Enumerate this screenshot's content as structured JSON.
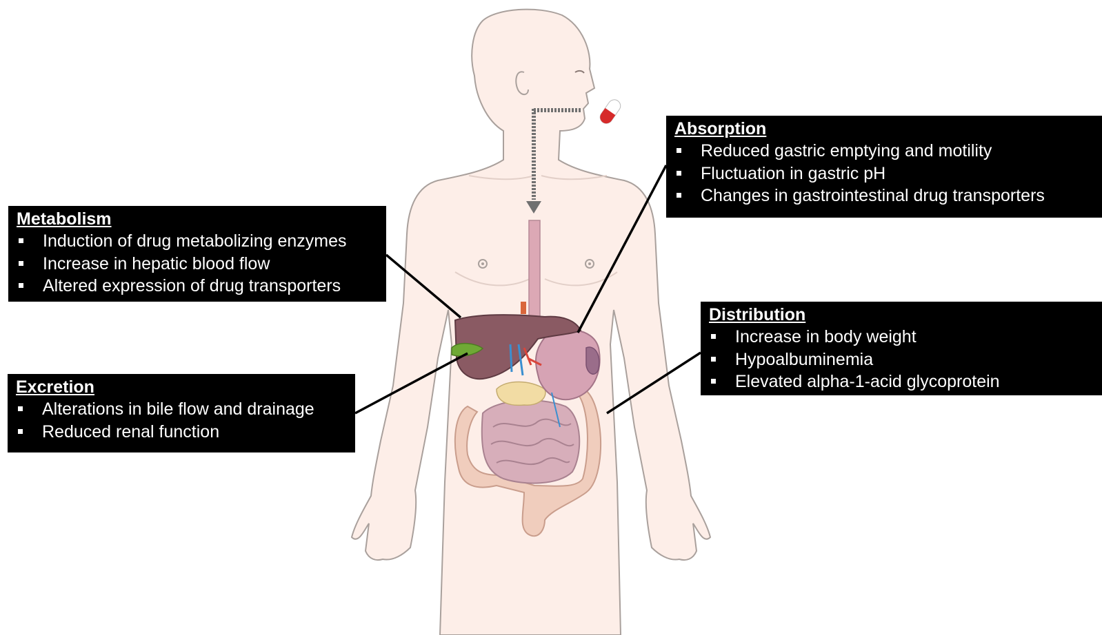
{
  "boxes": {
    "metabolism": {
      "title": "Metabolism",
      "items": [
        "Induction of drug metabolizing enzymes",
        "Increase in hepatic blood flow",
        "Altered expression of drug transporters"
      ]
    },
    "excretion": {
      "title": "Excretion",
      "items": [
        "Alterations in bile flow and drainage",
        "Reduced renal function"
      ]
    },
    "absorption": {
      "title": "Absorption",
      "items": [
        "Reduced gastric emptying and motility",
        "Fluctuation in gastric pH",
        "Changes in gastrointestinal drug transporters"
      ]
    },
    "distribution": {
      "title": "Distribution",
      "items": [
        "Increase in body weight",
        "Hypoalbuminemia",
        "Elevated alpha-1-acid glycoprotein"
      ]
    }
  },
  "colors": {
    "skin": "#fdeee8",
    "outline": "#a9a09c",
    "liver": "#8a5a63",
    "gallbladder": "#6fa935",
    "stomach": "#d6a3b4",
    "intestine": "#d7aeba",
    "colon": "#f0cdbd",
    "pancreas": "#f2dca4",
    "esophagus": "#dca8b5",
    "capsule_red": "#d62a2a",
    "arrow": "#808080",
    "box": "#000000"
  },
  "icons": {
    "pill": "capsule-icon",
    "bullet": "square-bullet-icon"
  }
}
